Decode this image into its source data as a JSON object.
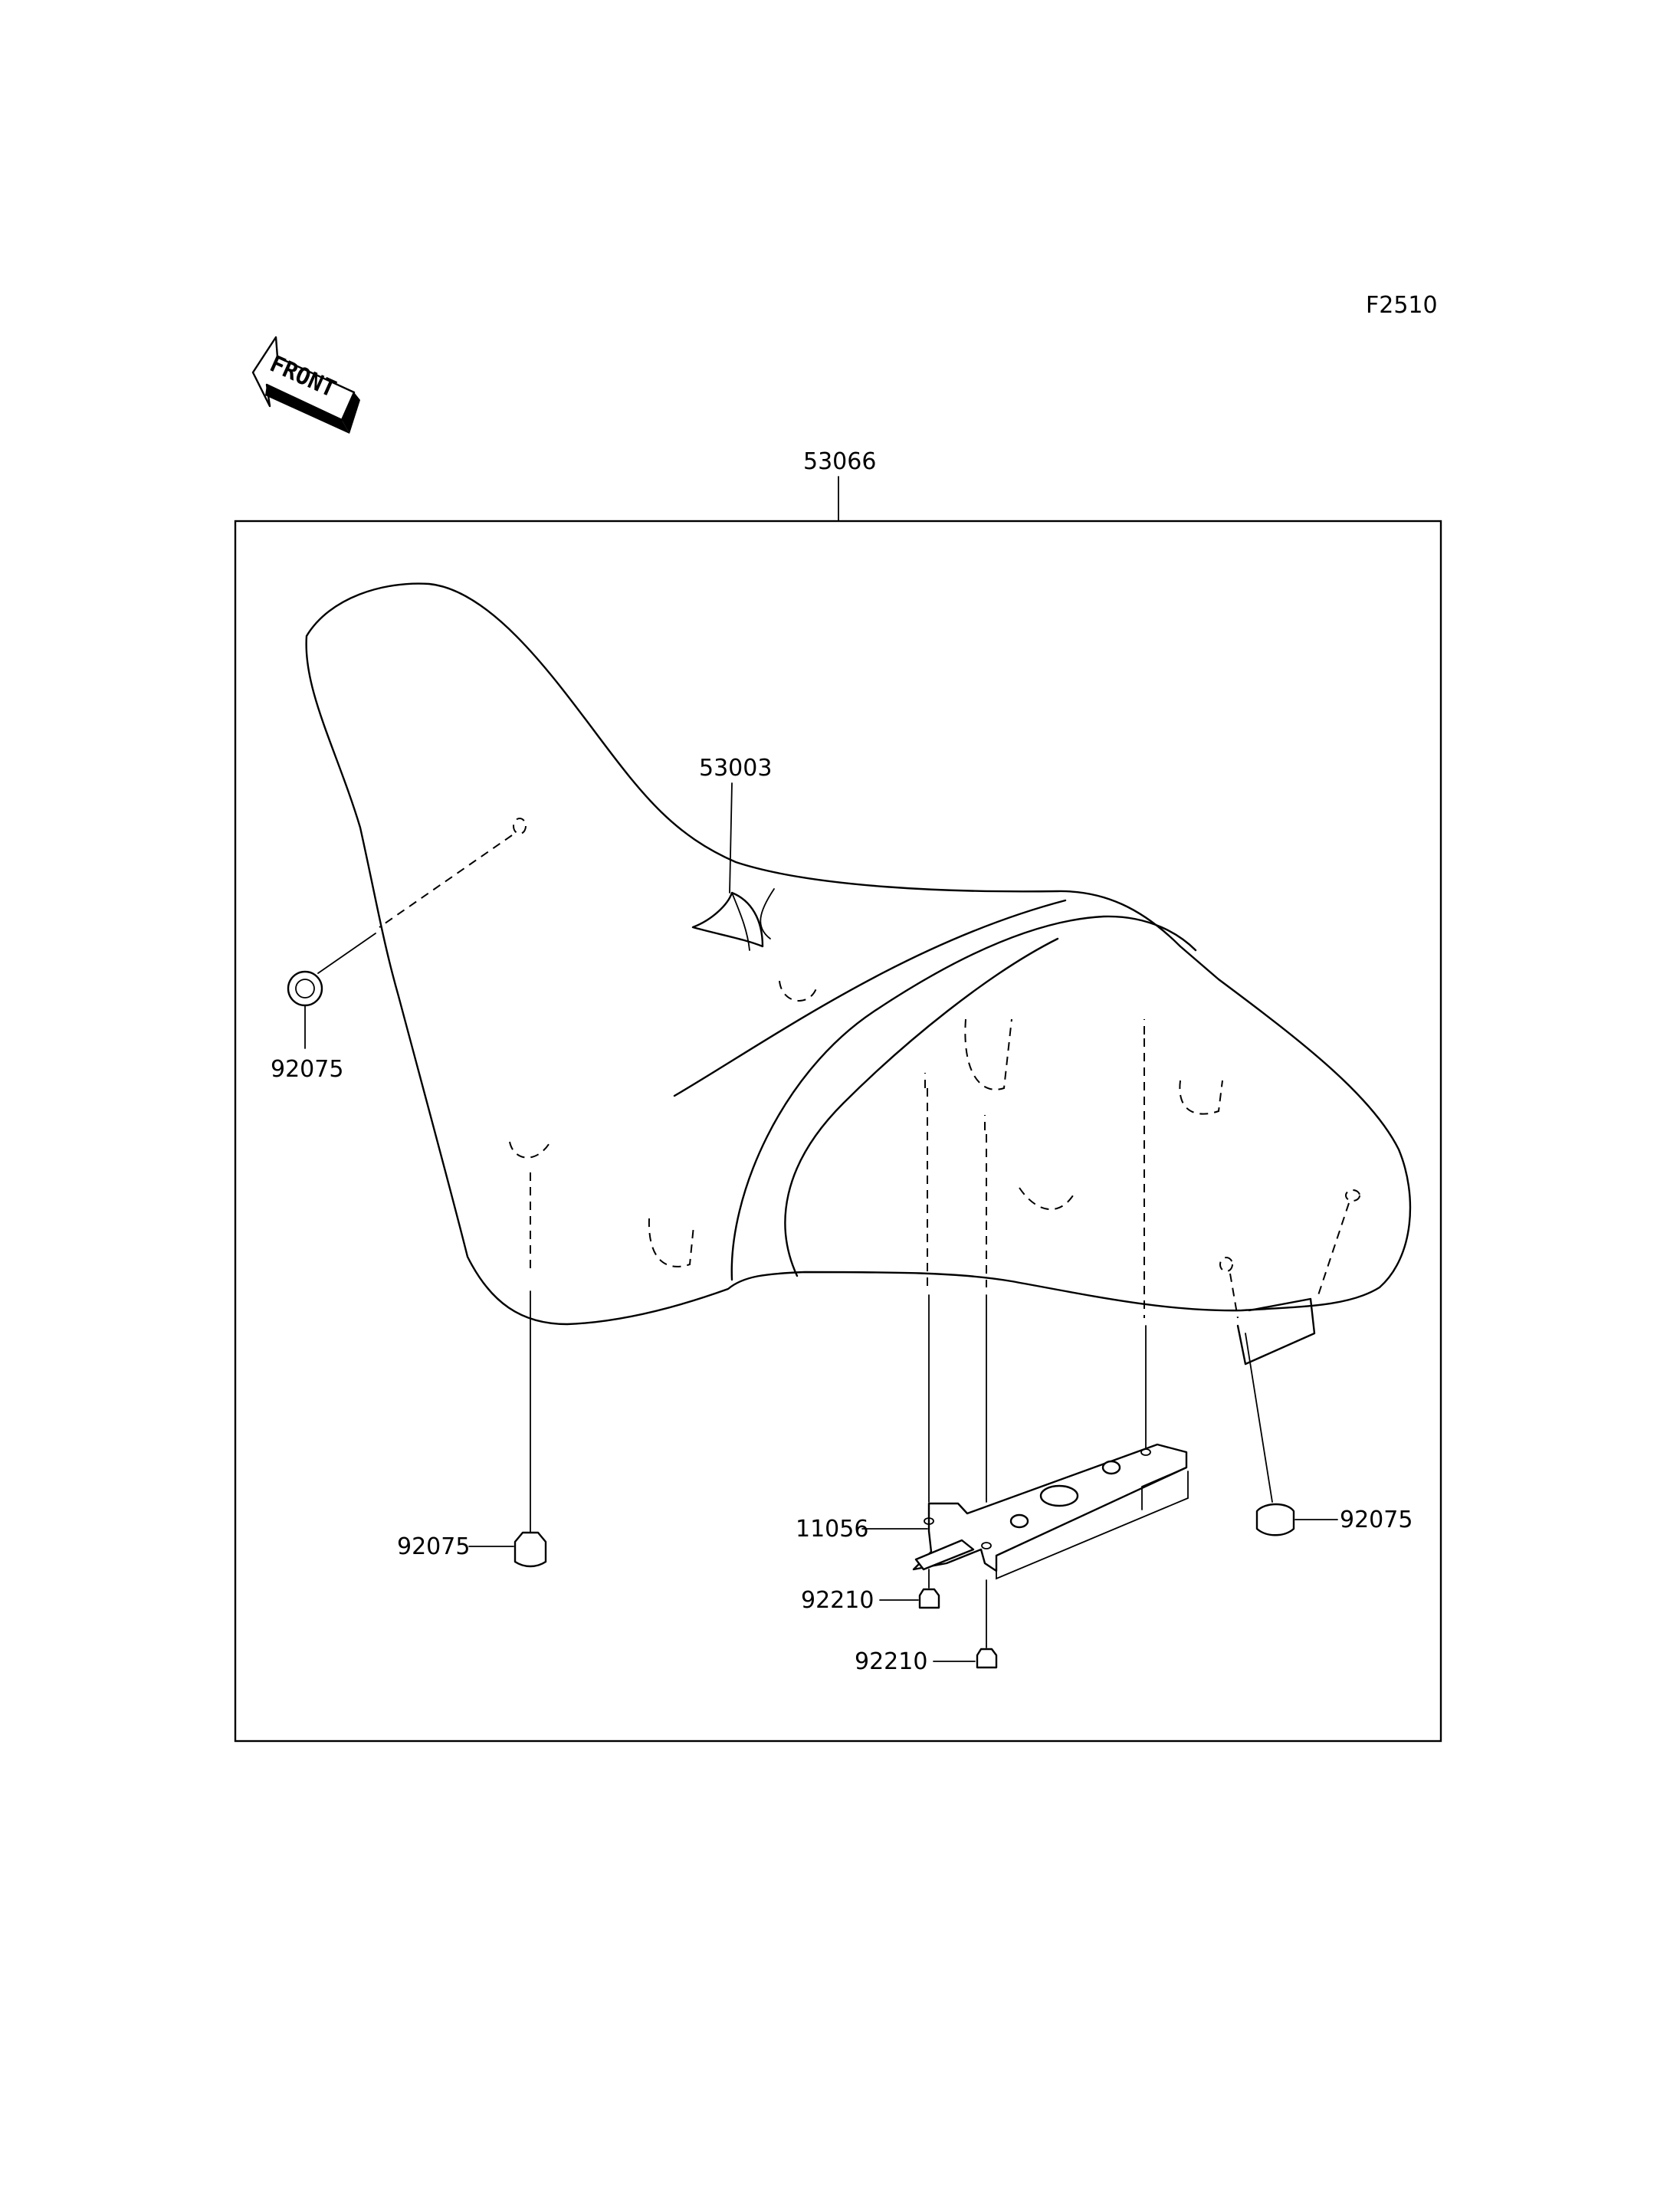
{
  "figure_code": "F2510",
  "front_marker": "FRONT",
  "callouts": {
    "seat_assembly": "53066",
    "seat_cover": "53003",
    "damper_left": "92075",
    "damper_bottom_left": "92075",
    "damper_right": "92075",
    "bracket": "11056",
    "nut_upper": "92210",
    "nut_lower": "92210"
  }
}
